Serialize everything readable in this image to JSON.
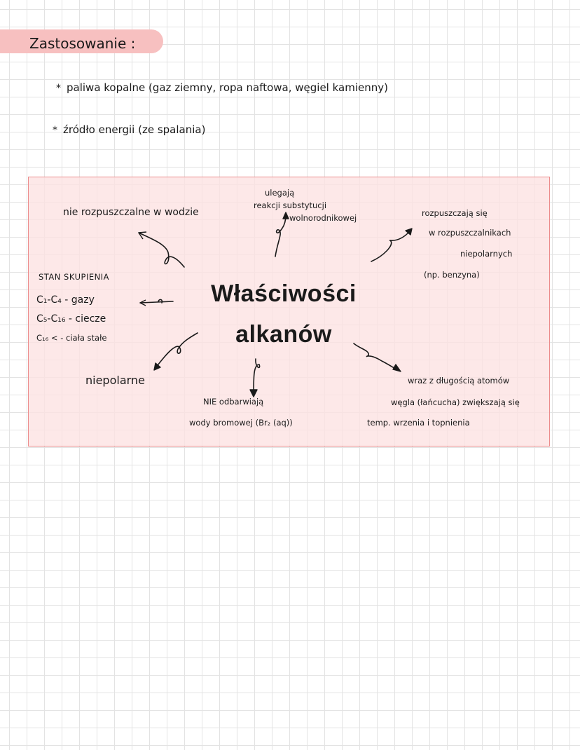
{
  "heading": "Zastosowanie :",
  "uses": [
    "paliwa kopalne (gaz ziemny, ropa naftowa, węgiel kamienny)",
    "źródło energii (ze spalania)"
  ],
  "bullet_symbol": "*",
  "center": {
    "line1": "Właściwości",
    "line2": "alkanów"
  },
  "properties": {
    "insoluble": "nie rozpuszczalne w wodzie",
    "substitution": {
      "line1": "ulegają",
      "line2": "reakcji substytucji",
      "line3": "wolnorodnikowej"
    },
    "dissolve": {
      "line1": "rozpuszczają się",
      "line2": "w rozpuszczalnikach",
      "line3": "niepolarnych",
      "line4": "(np. benzyna)"
    },
    "state": {
      "title": "STAN SKUPIENIA",
      "row1": "C₁-C₄ - gazy",
      "row2": "C₅-C₁₆ - ciecze",
      "row3": "C₁₆ < - ciała stałe"
    },
    "nonpolar": "niepolarne",
    "bromine": {
      "line1": "NIE odbarwiają",
      "line2": "wody bromowej (Br₂ (aq))"
    },
    "boiling": {
      "line1": "wraz z długością atomów",
      "line2": "węgla (łańcucha) zwiększają się",
      "line3": "temp. wrzenia i topnienia"
    }
  },
  "colors": {
    "highlight": "#f7c0c0",
    "box_fill": "#fde1e1",
    "box_border": "#ec8c8c",
    "ink": "#1a1a1a"
  }
}
